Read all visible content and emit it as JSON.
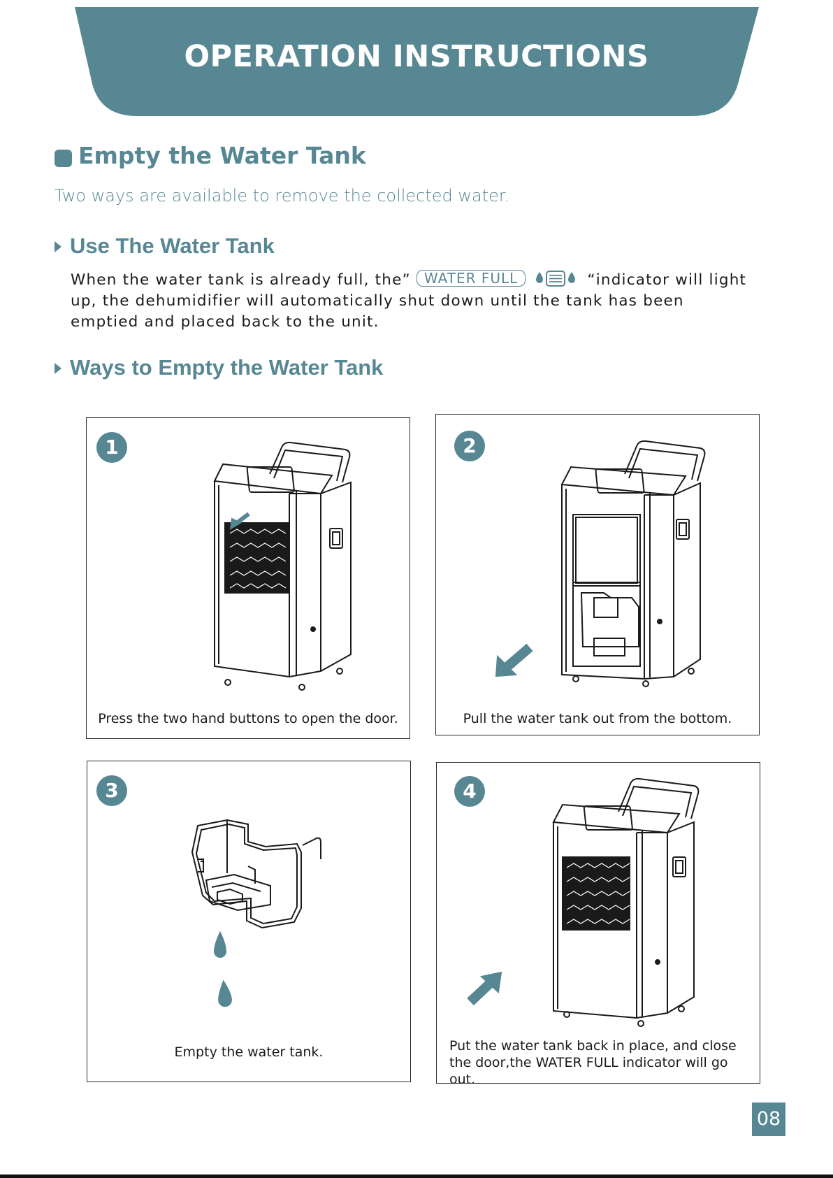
{
  "colors": {
    "accent": "#578793",
    "text": "#1a1a1a"
  },
  "header": {
    "title": "OPERATION INSTRUCTIONS"
  },
  "section": {
    "title": "Empty the Water Tank",
    "intro": "Two ways are available to remove the collected water."
  },
  "use_tank": {
    "title": "Use The Water Tank",
    "text_before": "When the water tank is already full, the”",
    "badge": "WATER FULL",
    "icon": "water-full-indicator-icon",
    "text_after": "“indicator will light up, the dehumidifier will automatically shut down until the tank has been emptied and placed back to the unit."
  },
  "ways": {
    "title": "Ways to Empty the Water Tank"
  },
  "steps": [
    {
      "number": "1",
      "caption": "Press the two hand buttons to open the door.",
      "icon": "dehumidifier-door-icon"
    },
    {
      "number": "2",
      "caption": "Pull the water tank out from the bottom.",
      "icon": "dehumidifier-tank-out-icon"
    },
    {
      "number": "3",
      "caption": "Empty the water tank.",
      "icon": "water-tank-drain-icon"
    },
    {
      "number": "4",
      "caption": "Put the water tank back in place, and close the door,the WATER FULL indicator will go out.",
      "icon": "dehumidifier-tank-in-icon"
    }
  ],
  "footer": {
    "page_number": "08"
  }
}
